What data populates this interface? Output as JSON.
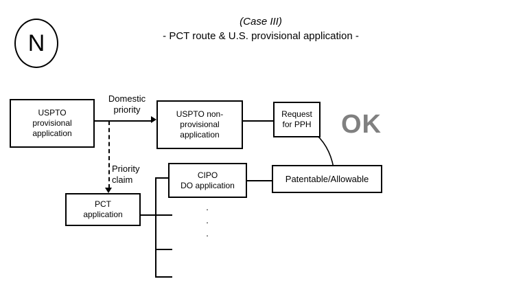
{
  "header": {
    "logo_letter": "N",
    "case_label": "(Case III)",
    "subtitle": "- PCT route & U.S. provisional application -"
  },
  "diagram": {
    "type": "flowchart",
    "nodes": [
      {
        "id": "uspto-provisional",
        "label": "USPTO\nprovisional\napplication",
        "lines": [
          "USPTO",
          "provisional",
          "application"
        ]
      },
      {
        "id": "uspto-nonprovisional",
        "label": "USPTO non-\nprovisional\napplication",
        "lines": [
          "USPTO non-",
          "provisional",
          "application"
        ]
      },
      {
        "id": "request-pph",
        "label": "Request\nfor PPH",
        "lines": [
          "Request",
          "for PPH"
        ]
      },
      {
        "id": "patentable",
        "label": "Patentable/Allowable",
        "lines": [
          "Patentable/Allowable"
        ]
      },
      {
        "id": "cipo",
        "label": "CIPO\nDO application",
        "lines": [
          "CIPO",
          "DO application"
        ]
      },
      {
        "id": "pct",
        "label": "PCT\napplication",
        "lines": [
          "PCT",
          "application"
        ]
      }
    ],
    "edge_labels": {
      "domestic_priority": "Domestic\npriority",
      "domestic_priority_lines": [
        "Domestic",
        "priority"
      ],
      "priority_claim": "Priority\nclaim",
      "priority_claim_lines": [
        "Priority",
        "claim"
      ]
    },
    "status_badge": "OK",
    "status_badge_color": "#808080",
    "ellipsis": [
      "·",
      "·",
      "·"
    ],
    "line_color": "#000000",
    "background_color": "#ffffff"
  }
}
